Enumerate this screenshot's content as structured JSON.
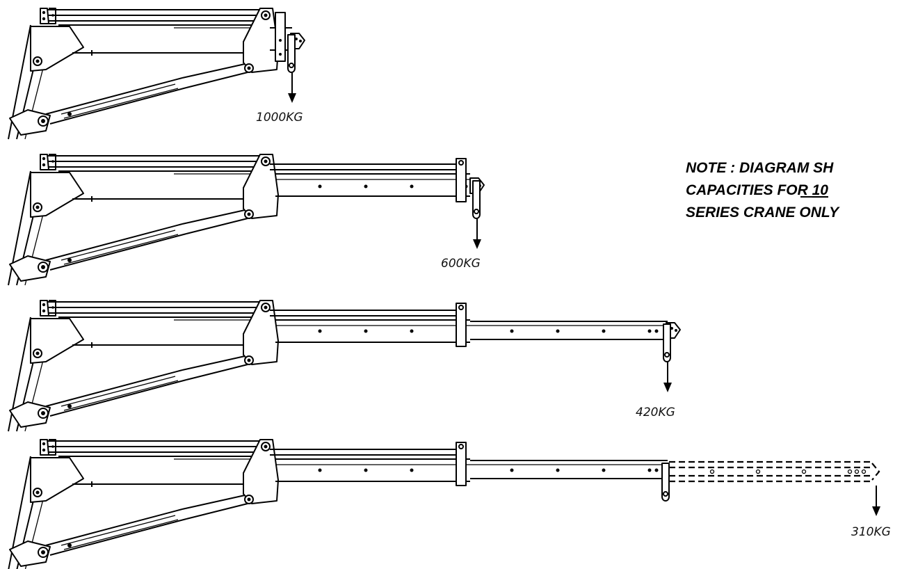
{
  "note": {
    "line1": "NOTE : DIAGRAM SH",
    "line2_prefix": "CAPACITIES FOR ",
    "line2_underlined": "10",
    "line3": "SERIES CRANE ONLY"
  },
  "configurations": [
    {
      "name": "retracted",
      "load": "1000KG"
    },
    {
      "name": "first-extension",
      "load": "600KG"
    },
    {
      "name": "second-extension",
      "load": "420KG"
    },
    {
      "name": "third-extension",
      "load": "310KG"
    }
  ]
}
